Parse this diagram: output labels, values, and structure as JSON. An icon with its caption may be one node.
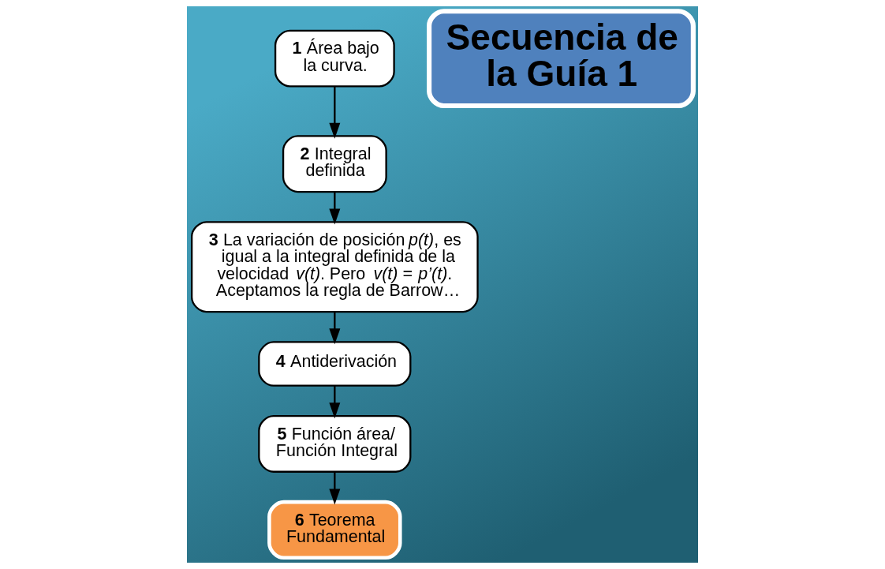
{
  "diagram": {
    "nodes": [
      {
        "text": [
          "**1** Área bajo la curva."
        ]
      },
      {
        "text": [
          "**2** Integral definida"
        ]
      },
      {
        "text": [
          "**3** La variación de posición *p(t)*, es igual a la integral definida de la velocidad *v(t)*. Pero *v(t) = p’(t)*. Aceptamos la regla de Barrow…"
        ]
      },
      {
        "text": [
          "**4** Antiderivación"
        ]
      },
      {
        "text": [
          "**5** Función área/ Función Integral"
        ]
      },
      {
        "text": [
          "**6** Teorema Fundamental"
        ]
      },
      {
        "text": [
          "Secuencia de la Guía 1"
        ]
      }
    ],
    "edges": [
      {
        "from": 0,
        "to": 1,
        "arrow": "to"
      },
      {
        "from": 1,
        "to": 2,
        "arrow": "to"
      },
      {
        "from": 2,
        "to": 3,
        "arrow": "to"
      },
      {
        "from": 3,
        "to": 4,
        "arrow": "to"
      },
      {
        "from": 4,
        "to": 5,
        "arrow": "to"
      }
    ]
  }
}
